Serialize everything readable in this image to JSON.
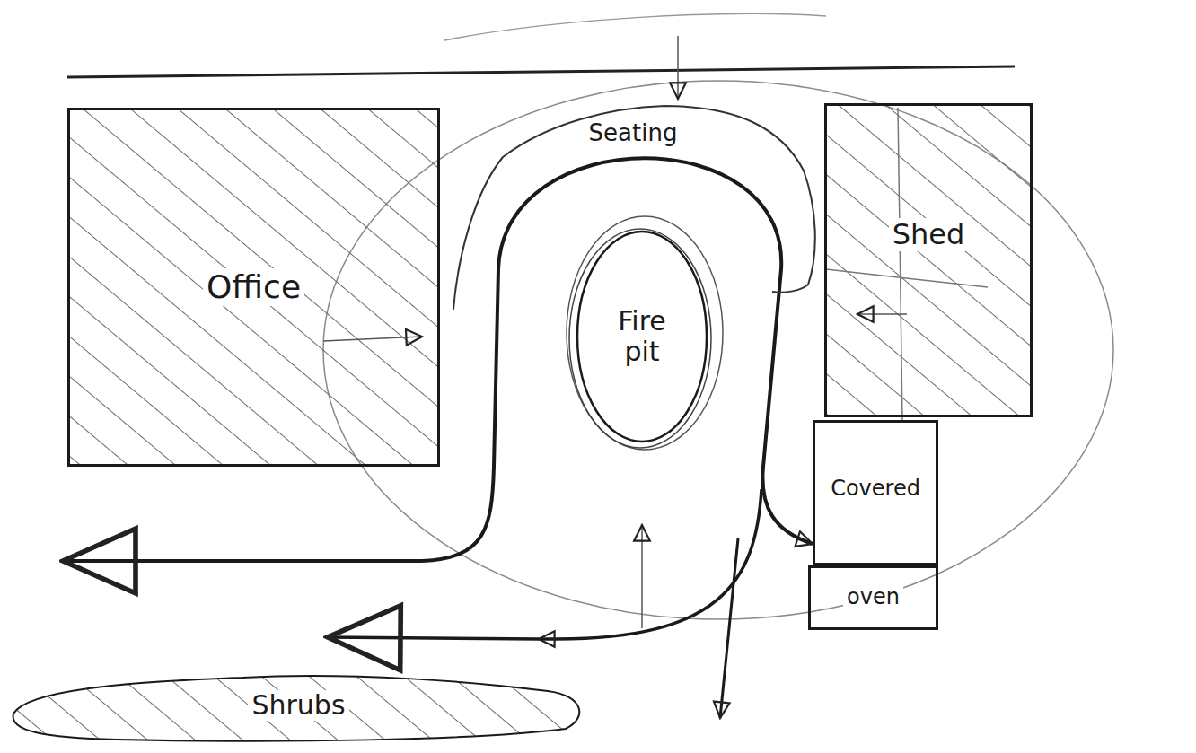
{
  "diagram": {
    "nodes": [
      {
        "text": [
          "Office"
        ]
      },
      {
        "text": [
          "Seating"
        ]
      },
      {
        "text": [
          "Fire pit"
        ]
      },
      {
        "text": [
          "Shed"
        ]
      },
      {
        "text": [
          "Covered"
        ]
      },
      {
        "text": [
          "oven"
        ]
      },
      {
        "text": [
          "Shrubs"
        ]
      }
    ]
  }
}
